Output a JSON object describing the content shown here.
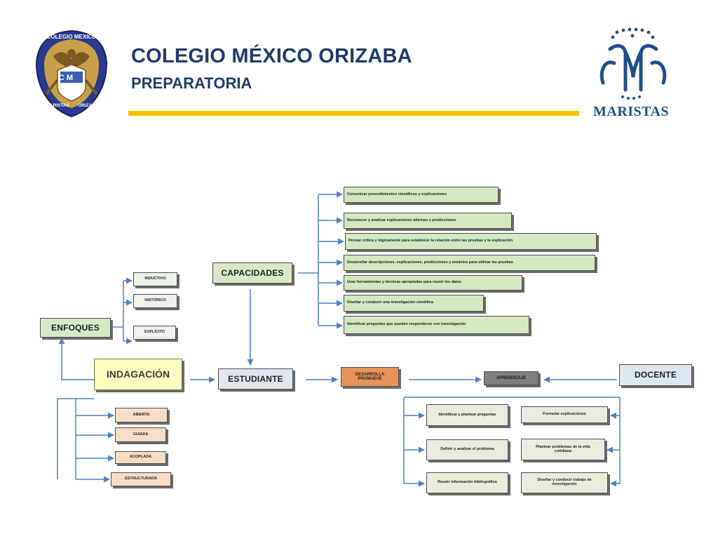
{
  "header": {
    "title": "COLEGIO MÉXICO ORIZABA",
    "subtitle": "PREPARATORIA"
  },
  "logos": {
    "left": {
      "ring_top": "COLEGIO MEXICO",
      "ring_left": "MARISTAS",
      "ring_right": "ORIZABA",
      "monogram": "C M",
      "icon": "school-crest"
    },
    "right": {
      "brand": "MARISTAS",
      "icon": "marist-monogram"
    }
  },
  "diagram": {
    "enfoques": "ENFOQUES",
    "enfoque_items": [
      "INDUCTIVO",
      "HISTÓRICO",
      "EXPLÍCITO"
    ],
    "capacidades": "CAPACIDADES",
    "capacidad_items": [
      "Comunicar procedimientos científicos y explicaciones",
      "Reconocer y analizar explicaciones alternas y predicciones",
      "Pensar crítica y lógicamente para establecer la relación entre las pruebas y la explicación",
      "Desarrollar descripciones, explicaciones, predicciones y modelos para utilizar las pruebas",
      "Usar herramientas y técnicas apropiadas para reunir los datos",
      "Diseñar y conducir una investigación científica",
      "Identificar preguntas que pueden responderse con investigación"
    ],
    "indagacion": "INDAGACIÓN",
    "indagacion_items": [
      "ABIERTA",
      "GUIADA",
      "ACOPLADA",
      "ESTRUCTURADA"
    ],
    "estudiante": "ESTUDIANTE",
    "desarrolla": "DESARROLLA PROMUEVE",
    "aprendizaje": "APRENDIZAJE",
    "docente": "DOCENTE",
    "aprendizaje_items": [
      "Identificar y plantear preguntas",
      "Formular explicaciones",
      "Definir y analizar el problema",
      "Plantear problemas de la vida cotidiana",
      "Reunir información bibliográfica",
      "Diseñar y conducir trabajo de investigación"
    ]
  },
  "colors": {
    "title": "#1f3c6e",
    "rule": "#f2c200",
    "connector": "#4f81bd",
    "box_green": "#d9e9c8",
    "box_yellow": "#ffffc2"
  }
}
